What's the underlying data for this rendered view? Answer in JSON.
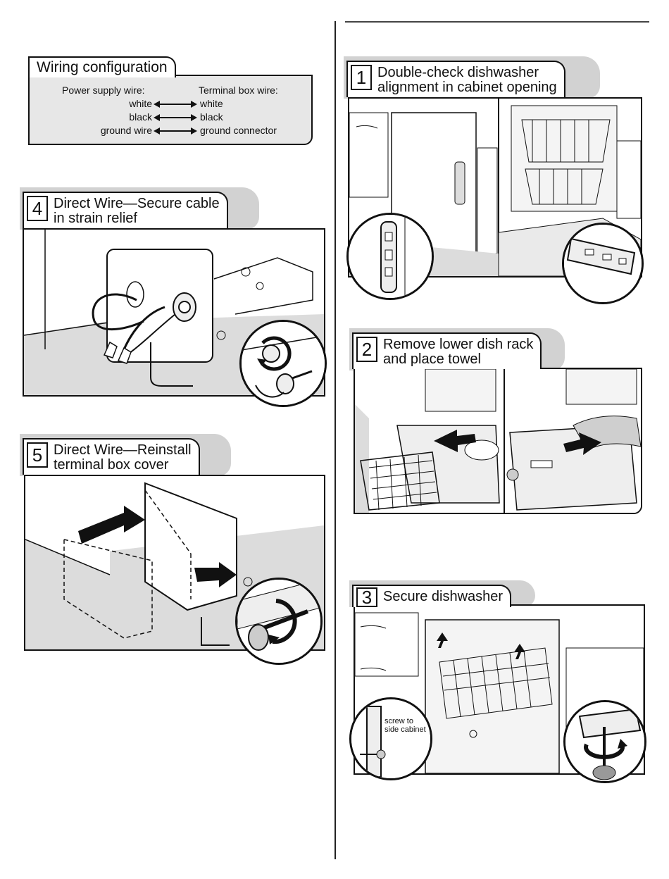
{
  "wiring": {
    "title": "Wiring configuration",
    "left_header": "Power supply wire:",
    "right_header": "Terminal box wire:",
    "rows": [
      {
        "left": "white",
        "right": "white"
      },
      {
        "left": "black",
        "right": "black"
      },
      {
        "left": "ground wire",
        "right": "ground connector"
      }
    ]
  },
  "steps": [
    {
      "num": "1",
      "title_line1": "Double-check dishwasher",
      "title_line2": "alignment in cabinet opening"
    },
    {
      "num": "2",
      "title_line1": "Remove lower dish rack",
      "title_line2": "and place towel"
    },
    {
      "num": "3",
      "title_line1": "Secure dishwasher",
      "title_line2": "",
      "callout_line1": "screw to",
      "callout_line2": "side cabinet"
    },
    {
      "num": "4",
      "title_line1": "Direct Wire—Secure cable",
      "title_line2": "in strain relief"
    },
    {
      "num": "5",
      "title_line1": "Direct Wire—Reinstall",
      "title_line2": "terminal box cover"
    }
  ]
}
